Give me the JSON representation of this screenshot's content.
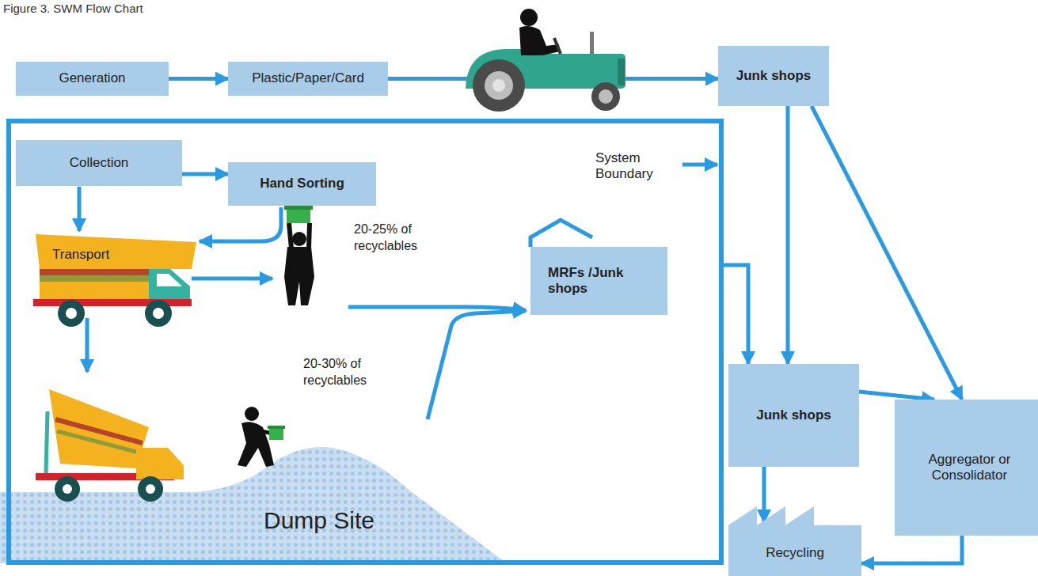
{
  "diagram": {
    "title": "Figure 3. SWM Flow Chart",
    "nodes": [
      {
        "text": [
          "Generation"
        ]
      },
      {
        "text": [
          "Plastic/Paper/Card"
        ]
      },
      {
        "text": [
          "Junk shops"
        ]
      },
      {
        "text": [
          "System Boundary"
        ]
      },
      {
        "text": [
          "Collection"
        ],
        "in": 3
      },
      {
        "text": [
          "Hand Sorting"
        ],
        "in": 3
      },
      {
        "text": [
          "MRFs /Junk shops"
        ],
        "in": 3
      },
      {
        "text": [
          "Junk shops"
        ]
      },
      {
        "text": [
          "Aggregator or Consolidator"
        ]
      },
      {
        "text": [
          "Recycling"
        ]
      }
    ],
    "edges": [
      {
        "from": 0,
        "to": 1,
        "arrow": "to"
      },
      {
        "from": 1,
        "to": 2,
        "arrow": "to"
      },
      {
        "from": 4,
        "to": 5,
        "arrow": "to"
      },
      {
        "from": 3,
        "to": 7,
        "arrow": "to"
      },
      {
        "from": 2,
        "to": 7,
        "arrow": "to"
      },
      {
        "from": 2,
        "to": 8,
        "arrow": "to"
      },
      {
        "from": 7,
        "to": 8,
        "arrow": "to"
      },
      {
        "from": 7,
        "to": 9,
        "arrow": "to"
      },
      {
        "from": 8,
        "to": 9,
        "arrow": "to"
      }
    ],
    "labels": [
      "Transport",
      "20-25% of recyclables",
      "20-30% of recyclables",
      "Dump Site"
    ]
  }
}
